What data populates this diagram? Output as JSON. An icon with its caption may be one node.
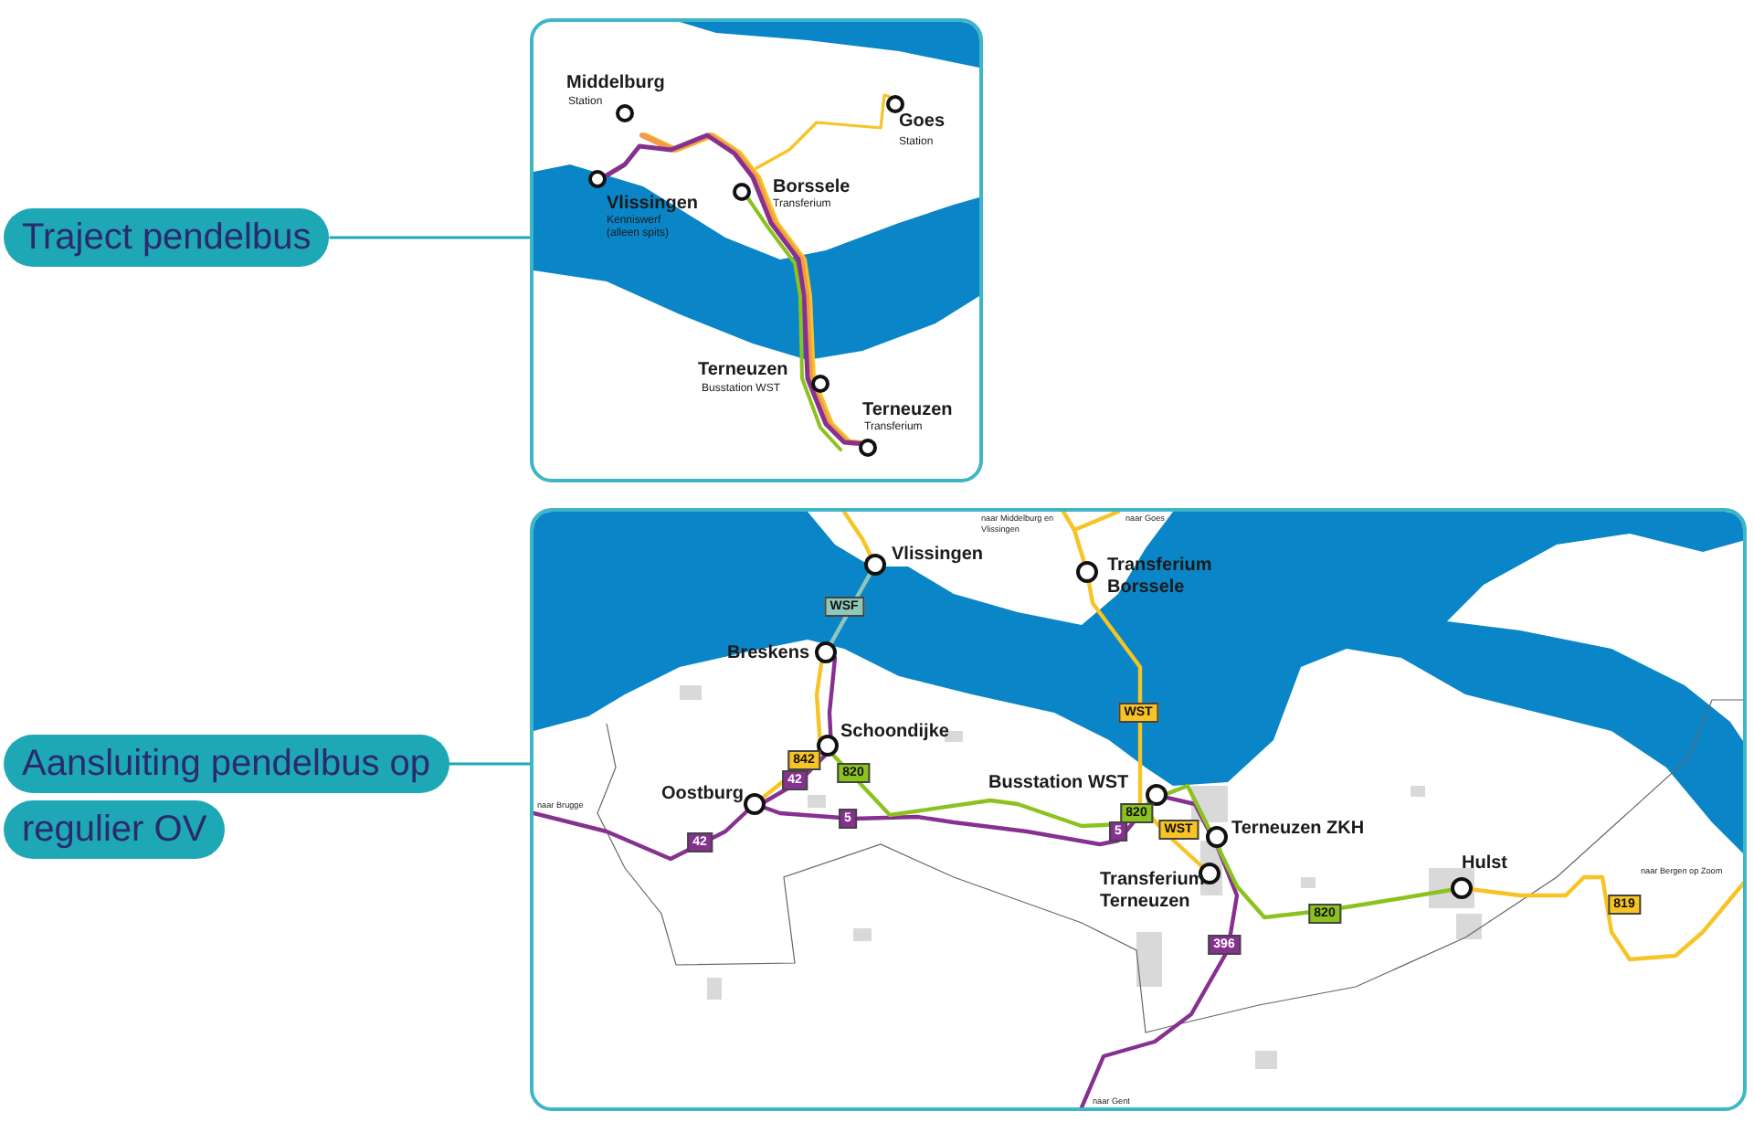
{
  "diagram": {
    "nodes": [
      {
        "text": [
          "Traject pendelbus"
        ]
      },
      {
        "text": [],
        "shape": "picture"
      },
      {
        "text": [
          "Aansluiting pendelbus op regulier OV"
        ]
      },
      {
        "text": [],
        "shape": "picture"
      }
    ],
    "edges": [
      {
        "from": 0,
        "to": 1,
        "arrow": "none"
      },
      {
        "from": 2,
        "to": 3,
        "arrow": "none"
      }
    ],
    "labels": [
      "Middelburg",
      "Station",
      "Goes",
      "Station",
      "Vlissingen",
      "Kenniswerf (alleen spits)",
      "Borssele",
      "Transferium",
      "Terneuzen",
      "Busstation WST",
      "Terneuzen",
      "Transferium",
      "naar Middelburg en Vlissingen",
      "naar Goes",
      "Vlissingen",
      "Transferium Borssele",
      "WSF",
      "Breskens",
      "Schoondijke",
      "WST",
      "842",
      "820",
      "42",
      "Oostburg",
      "Busstation WST",
      "naar Brugge",
      "42",
      "5",
      "820",
      "5",
      "WST",
      "Terneuzen ZKH",
      "Transferium Terneuzen",
      "Hulst",
      "naar Bergen op Zoom",
      "819",
      "820",
      "396",
      "naar Gent"
    ]
  }
}
